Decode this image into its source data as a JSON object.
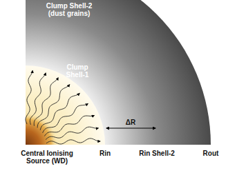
{
  "diagram": {
    "labels": [
      "Clump Shell-2 (dust grains)",
      "Clump Shell-1",
      "Central Ionising Source (WD)",
      "Rin",
      "Rin Shell-2",
      "Rout",
      "ΔR"
    ]
  }
}
